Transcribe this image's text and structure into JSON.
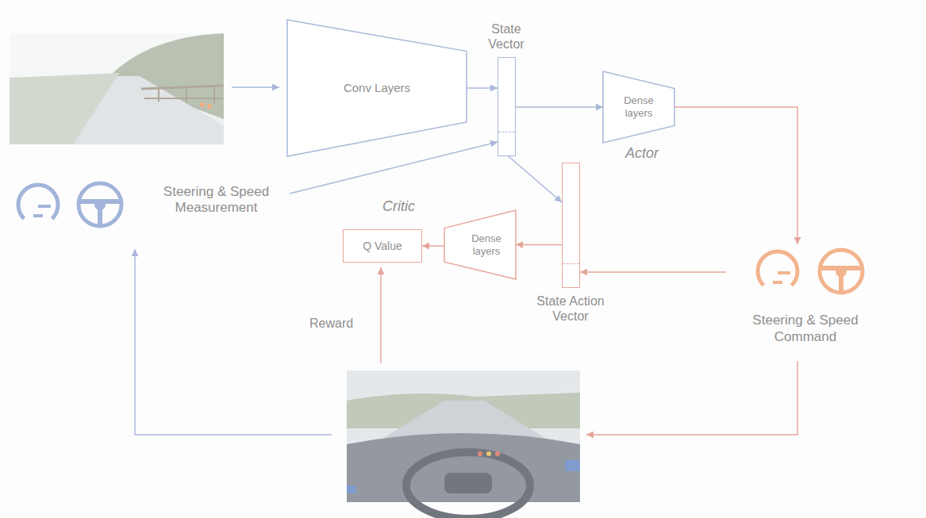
{
  "diagram": {
    "nodes": [
      {
        "text": [
          "Conv Layers"
        ]
      },
      {
        "text": [
          "State Vector"
        ]
      },
      {
        "text": [
          "Dense layers"
        ]
      },
      {
        "text": [
          "Steering & Speed Measurement"
        ]
      },
      {
        "text": [
          "Q Value"
        ]
      },
      {
        "text": [
          "Dense layers"
        ]
      },
      {
        "text": [
          "State Action Vector"
        ]
      },
      {
        "text": [
          "Steering & Speed Command"
        ]
      }
    ],
    "edges": [
      {
        "from": 0,
        "to": 1,
        "arrow": "to"
      },
      {
        "from": 3,
        "to": 1,
        "arrow": "to"
      },
      {
        "from": 1,
        "to": 2,
        "arrow": "to"
      },
      {
        "from": 1,
        "to": 6,
        "arrow": "to"
      },
      {
        "from": 2,
        "to": 7,
        "arrow": "to"
      },
      {
        "from": 7,
        "to": 6,
        "arrow": "to"
      },
      {
        "from": 6,
        "to": 5,
        "arrow": "to"
      },
      {
        "from": 5,
        "to": 4,
        "arrow": "to"
      }
    ],
    "labels": [
      "Actor",
      "Critic",
      "Reward"
    ]
  }
}
